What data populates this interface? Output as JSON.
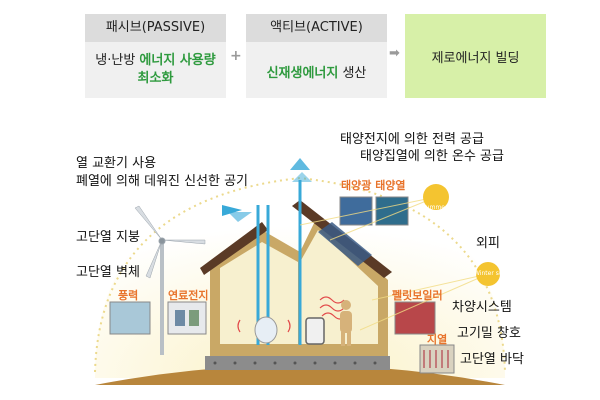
{
  "header": {
    "passive": {
      "title": "패시브(PASSIVE)",
      "line1_plain": "냉·난방 ",
      "line1_green": "에너지 사용량",
      "line2_green": "최소화"
    },
    "active": {
      "title": "액티브(ACTIVE)",
      "green": "신재생에너지",
      "plain": " 생산"
    },
    "result": {
      "title": "제로에너지 빌딩"
    },
    "plus": "+",
    "arrow": "➡"
  },
  "labels": {
    "heat_exchanger_1": "열 교환기 사용",
    "heat_exchanger_2": "폐열에 의해 데워진 신선한 공기",
    "insulated_roof": "고단열 지붕",
    "insulated_wall": "고단열 벽체",
    "solar_cell": "태양전지에 의한 전력 공급",
    "solar_collector": "태양집열에 의한 온수 공급",
    "outer_skin": "외피",
    "shading": "차양시스템",
    "airtight_window": "고기밀 창호",
    "insulated_floor": "고단열 바닥"
  },
  "orange_labels": {
    "solar_pv_thermal": "태양광 태양열",
    "wind": "풍력",
    "fuel_cell": "연료전지",
    "pellet_boiler": "펠릿보일러",
    "geothermal": "지열"
  },
  "sun_labels": {
    "summer": "Summer sun",
    "winter": "Winter sun"
  },
  "colors": {
    "header_bg": "#dcdcdc",
    "box_bg": "#f0f0f0",
    "result_bg": "#d7f0a8",
    "accent_green": "#2e9a3e",
    "accent_orange": "#e8742c",
    "roof_brown": "#5a3a26",
    "wall_tan": "#c9a866",
    "interior": "#f7f0cf",
    "ground": "#b8863c",
    "sky_glow": "#fbf6d8",
    "air_blue": "#38a9d8",
    "sun_yellow": "#f4c430"
  }
}
